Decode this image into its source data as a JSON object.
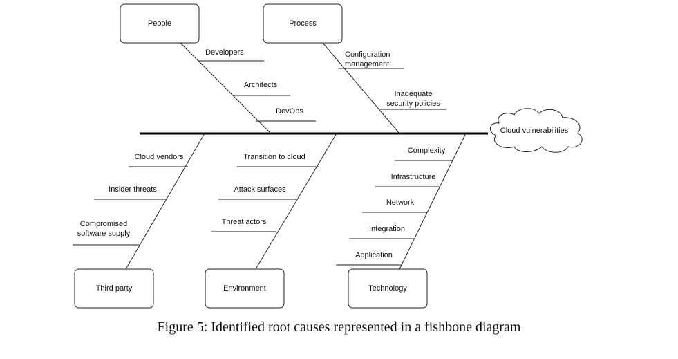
{
  "diagram": {
    "effect": "Cloud vulnerabilities",
    "categories": {
      "people": "People",
      "process": "Process",
      "third_party": "Third party",
      "environment": "Environment",
      "technology": "Technology"
    },
    "causes": {
      "people": [
        "Developers",
        "Architects",
        "DevOps"
      ],
      "process": [
        "Configuration",
        "management",
        "Inadequate",
        "security policies"
      ],
      "third_party": [
        "Cloud vendors",
        "Insider threats",
        "Compromised",
        "software supply"
      ],
      "environment": [
        "Transition to cloud",
        "Attack surfaces",
        "Threat actors"
      ],
      "technology": [
        "Complexity",
        "Infrastructure",
        "Network",
        "Integration",
        "Application"
      ]
    }
  },
  "caption": "Figure 5: Identified root causes represented in a fishbone diagram"
}
